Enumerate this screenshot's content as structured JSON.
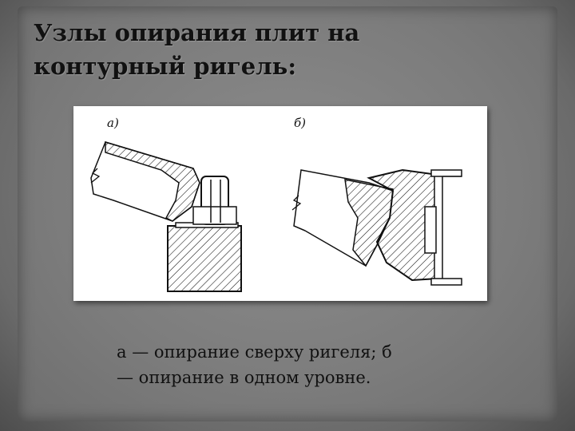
{
  "slide": {
    "title_line1": "Узлы опирания плит на",
    "title_line2": "контурный ригель:",
    "figure": {
      "label_a": "а)",
      "label_b": "б)"
    },
    "caption_line1": "а — опирание сверху ригеля; б",
    "caption_line2": "— опирание в одном уровне."
  },
  "colors": {
    "background": "#7c7c7c",
    "figure_background": "#ffffff",
    "ink": "#111111"
  }
}
